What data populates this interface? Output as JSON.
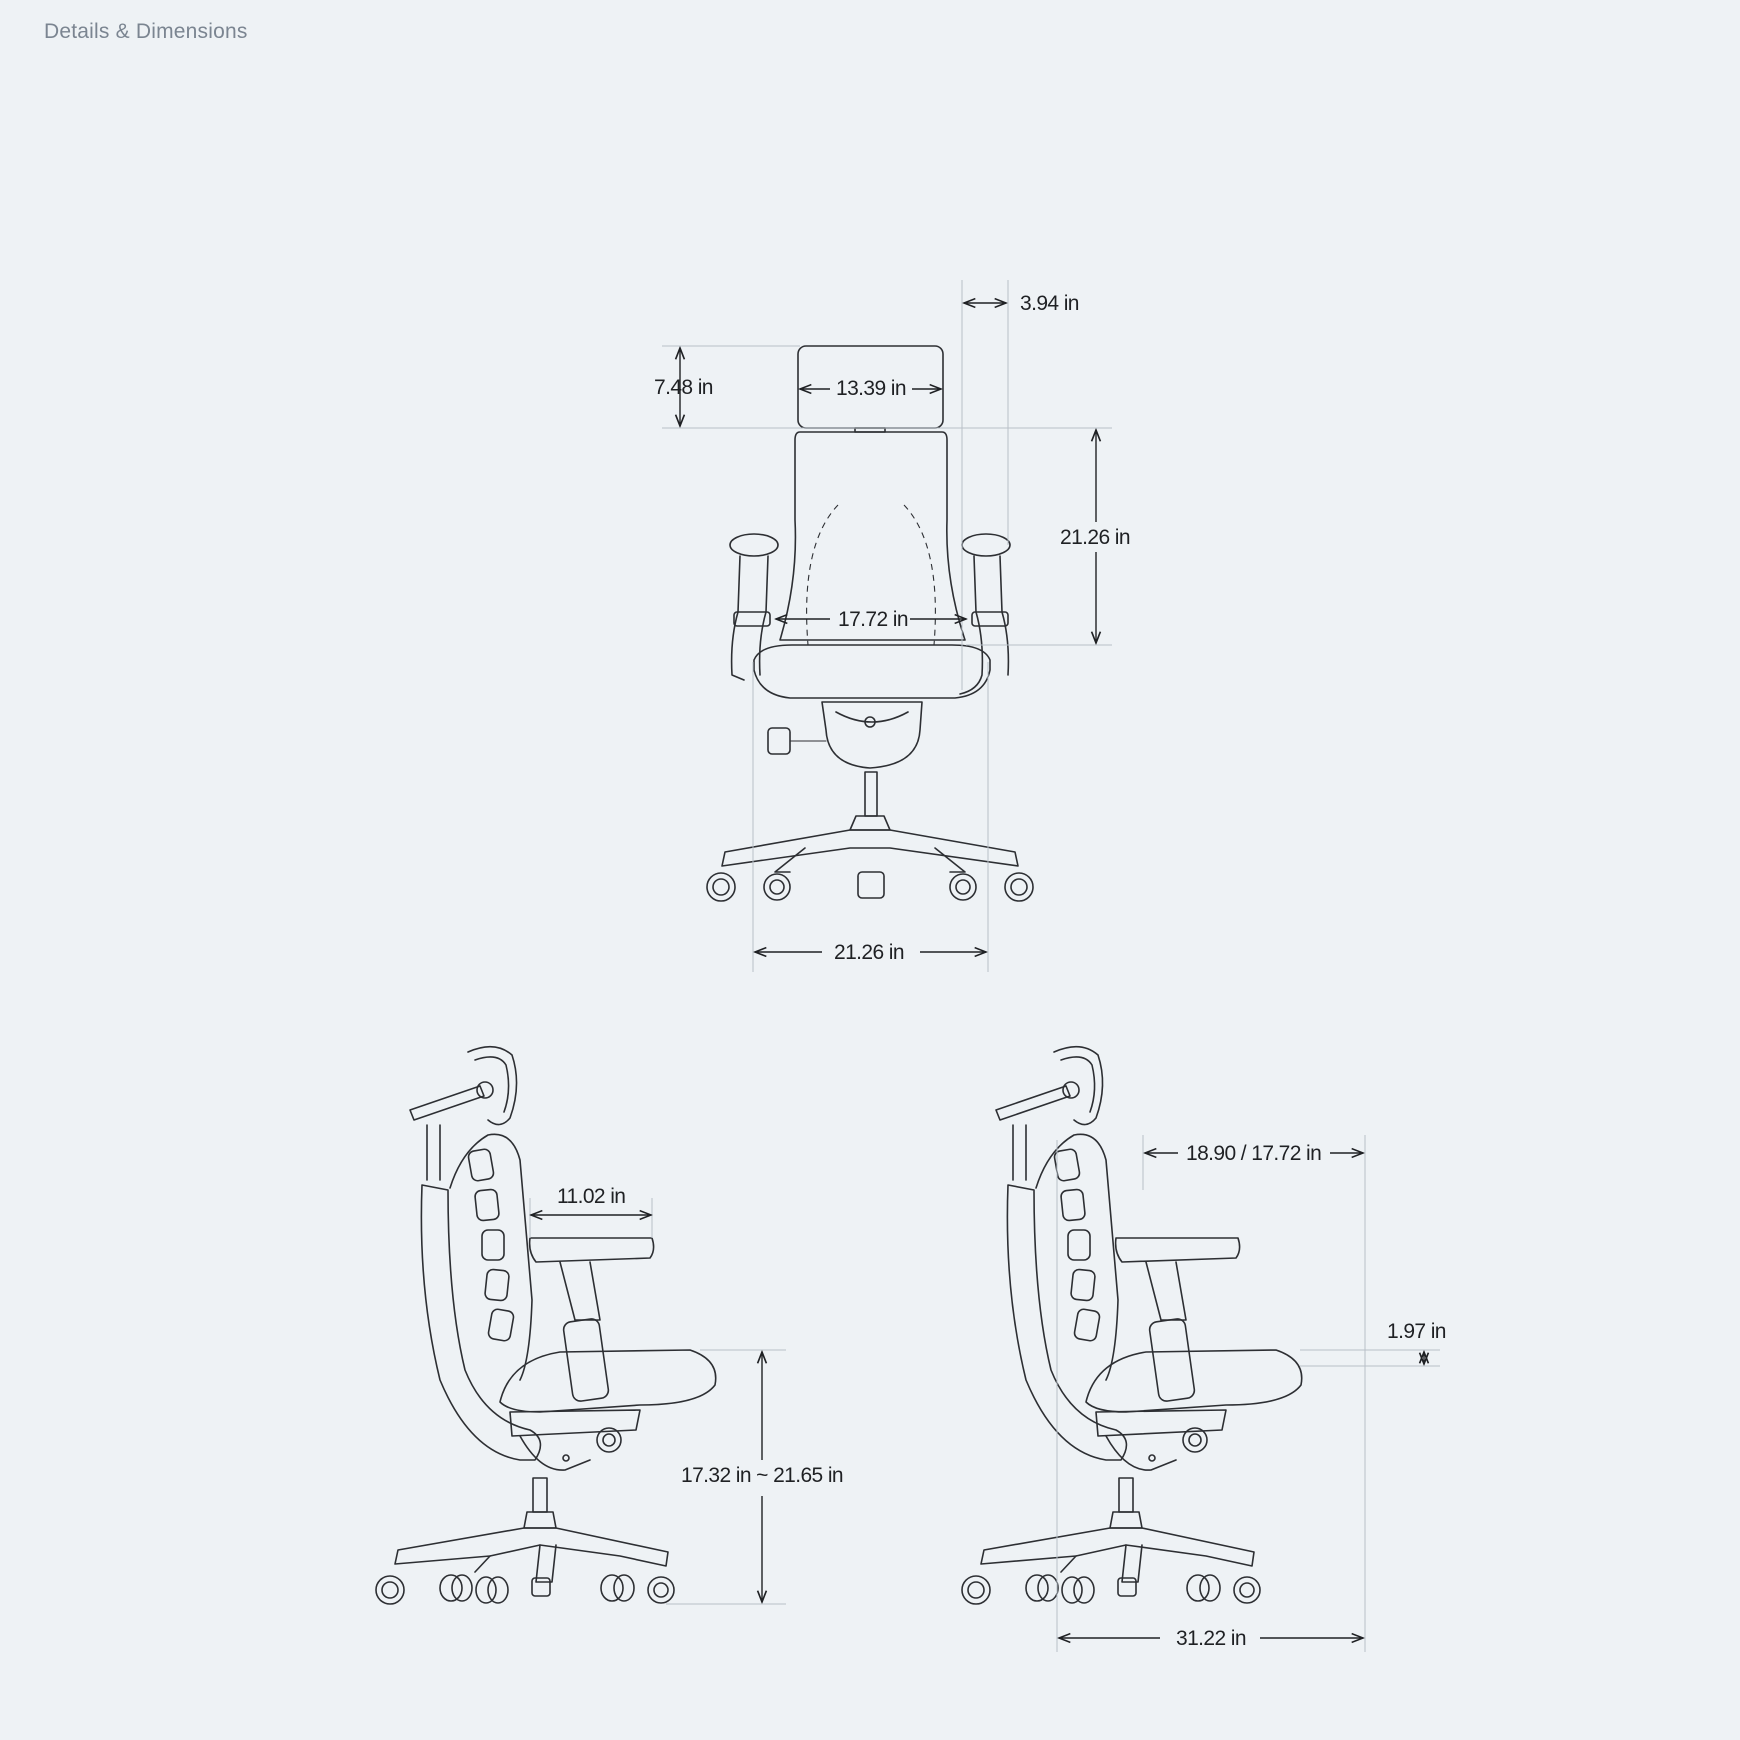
{
  "header": {
    "title": "Details & Dimensions"
  },
  "dimensions": {
    "armrest_offset": "3.94 in",
    "headrest_height": "7.48 in",
    "headrest_width": "13.39 in",
    "backrest_height": "21.26 in",
    "seat_width": "17.72 in",
    "overall_width": "21.26 in",
    "armrest_depth": "11.02 in",
    "seat_height_range": "17.32 in ~ 21.65 in",
    "seat_depth": "18.90 / 17.72 in",
    "seat_tilt_travel": "1.97 in",
    "overall_depth": "31.22 in"
  },
  "colors": {
    "background": "#eef2f5",
    "line": "#2d2f33",
    "heading": "#7b8591",
    "extension": "#b8c0c8"
  }
}
